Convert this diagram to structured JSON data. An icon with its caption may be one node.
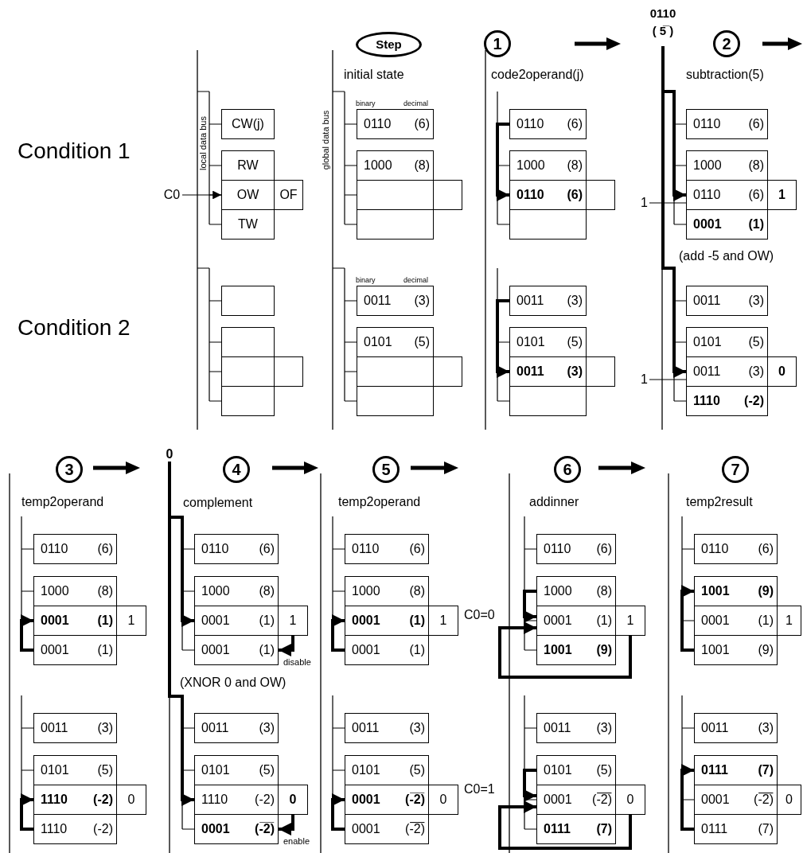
{
  "diagram": {
    "nodes": [
      {
        "text": [
          "CW(j)"
        ]
      },
      {
        "text": [
          "RW"
        ]
      },
      {
        "text": [
          "OW"
        ]
      },
      {
        "text": [
          "OF"
        ]
      },
      {
        "text": [
          "TW"
        ]
      },
      {
        "text": [],
        "shape": "box"
      },
      {
        "text": [],
        "shape": "box"
      },
      {
        "text": [],
        "shape": "box"
      },
      {
        "text": [],
        "shape": "box"
      },
      {
        "text": [],
        "shape": "box"
      },
      {
        "text": [
          "Step"
        ]
      },
      {
        "text": [
          "0110",
          "(6)"
        ]
      },
      {
        "text": [
          "1000",
          "(8)"
        ]
      },
      {
        "text": [],
        "shape": "box"
      },
      {
        "text": [],
        "shape": "box"
      },
      {
        "text": [],
        "shape": "box"
      },
      {
        "text": [
          "0011",
          "(3)"
        ]
      },
      {
        "text": [
          "0101",
          "(5)"
        ]
      },
      {
        "text": [],
        "shape": "box"
      },
      {
        "text": [],
        "shape": "box"
      },
      {
        "text": [],
        "shape": "box"
      },
      {
        "text": [
          "1"
        ]
      },
      {
        "text": [
          "0110",
          "(6)"
        ]
      },
      {
        "text": [
          "1000",
          "(8)"
        ]
      },
      {
        "text": [
          "**0110**",
          "**(6)**"
        ]
      },
      {
        "text": [],
        "shape": "box"
      },
      {
        "text": [],
        "shape": "box"
      },
      {
        "text": [
          "0011",
          "(3)"
        ]
      },
      {
        "text": [
          "0101",
          "(5)"
        ]
      },
      {
        "text": [
          "**0011**",
          "**(3)**"
        ]
      },
      {
        "text": [],
        "shape": "box"
      },
      {
        "text": [],
        "shape": "box"
      },
      {
        "text": [
          "**0110**",
          "**( 5̅ )**"
        ]
      },
      {
        "text": [
          "2"
        ]
      },
      {
        "text": [
          "0110",
          "(6)"
        ]
      },
      {
        "text": [
          "1000",
          "(8)"
        ]
      },
      {
        "text": [
          "0110",
          "(6)"
        ]
      },
      {
        "text": [
          "**1**"
        ]
      },
      {
        "text": [
          "**0001**",
          "**(1)**"
        ]
      },
      {
        "text": [
          "1"
        ]
      },
      {
        "text": [
          "0011",
          "(3)"
        ]
      },
      {
        "text": [
          "0101",
          "(5)"
        ]
      },
      {
        "text": [
          "0011",
          "(3)"
        ]
      },
      {
        "text": [
          "**0**"
        ]
      },
      {
        "text": [
          "**1110**",
          "**(-2)**"
        ]
      },
      {
        "text": [
          "1"
        ]
      },
      {
        "text": [
          "3"
        ]
      },
      {
        "text": [
          "0110",
          "(6)"
        ]
      },
      {
        "text": [
          "1000",
          "(8)"
        ]
      },
      {
        "text": [
          "**0001**",
          "**(1)**"
        ]
      },
      {
        "text": [
          "1"
        ]
      },
      {
        "text": [
          "0001",
          "(1)"
        ]
      },
      {
        "text": [
          "0011",
          "(3)"
        ]
      },
      {
        "text": [
          "0101",
          "(5)"
        ]
      },
      {
        "text": [
          "**1110**",
          "**(-2)**"
        ]
      },
      {
        "text": [
          "0"
        ]
      },
      {
        "text": [
          "1110",
          "(-2)"
        ]
      },
      {
        "text": [
          "**0**"
        ]
      },
      {
        "text": [
          "4"
        ]
      },
      {
        "text": [
          "0110",
          "(6)"
        ]
      },
      {
        "text": [
          "1000",
          "(8)"
        ]
      },
      {
        "text": [
          "0001",
          "(1)"
        ]
      },
      {
        "text": [
          "1"
        ]
      },
      {
        "text": [
          "0001",
          "(1)"
        ]
      },
      {
        "text": [
          "0011",
          "(3)"
        ]
      },
      {
        "text": [
          "0101",
          "(5)"
        ]
      },
      {
        "text": [
          "1110",
          "(-2)"
        ]
      },
      {
        "text": [
          "**0**"
        ]
      },
      {
        "text": [
          "**0001**",
          "**(-̅2̅)**"
        ]
      },
      {
        "text": [
          "5"
        ]
      },
      {
        "text": [
          "0110",
          "(6)"
        ]
      },
      {
        "text": [
          "1000",
          "(8)"
        ]
      },
      {
        "text": [
          "**0001**",
          "**(1)**"
        ]
      },
      {
        "text": [
          "1"
        ]
      },
      {
        "text": [
          "0001",
          "(1)"
        ]
      },
      {
        "text": [
          "0011",
          "(3)"
        ]
      },
      {
        "text": [
          "0101",
          "(5)"
        ]
      },
      {
        "text": [
          "**0001**",
          "**(-̅2̅)**"
        ]
      },
      {
        "text": [
          "0"
        ]
      },
      {
        "text": [
          "0001",
          "(-̅2̅)"
        ]
      },
      {
        "text": [
          "6"
        ]
      },
      {
        "text": [
          "0110",
          "(6)"
        ]
      },
      {
        "text": [
          "1000",
          "(8)"
        ]
      },
      {
        "text": [
          "0001",
          "(1)"
        ]
      },
      {
        "text": [
          "1"
        ]
      },
      {
        "text": [
          "**1001**",
          "**(9)**"
        ]
      },
      {
        "text": [
          "0011",
          "(3)"
        ]
      },
      {
        "text": [
          "0101",
          "(5)"
        ]
      },
      {
        "text": [
          "0001",
          "(-̅2̅)"
        ]
      },
      {
        "text": [
          "0"
        ]
      },
      {
        "text": [
          "**0111**",
          "**(7)**"
        ]
      },
      {
        "text": [
          "7"
        ]
      },
      {
        "text": [
          "0110",
          "(6)"
        ]
      },
      {
        "text": [
          "**1001**",
          "**(9)**"
        ]
      },
      {
        "text": [
          "0001",
          "(1)"
        ]
      },
      {
        "text": [
          "1"
        ]
      },
      {
        "text": [
          "1001",
          "(9)"
        ]
      },
      {
        "text": [
          "0011",
          "(3)"
        ]
      },
      {
        "text": [
          "**0111**",
          "**(7)**"
        ]
      },
      {
        "text": [
          "0001",
          "(-̅2̅)"
        ]
      },
      {
        "text": [
          "0"
        ]
      },
      {
        "text": [
          "0111",
          "(7)"
        ]
      },
      {
        "text": [
          "C0"
        ]
      }
    ],
    "edges": [
      {
        "from": 22,
        "to": 24,
        "arrow": "to"
      },
      {
        "from": 27,
        "to": 29,
        "arrow": "to"
      },
      {
        "from": 32,
        "to": 36,
        "arrow": "to"
      },
      {
        "from": 32,
        "to": 42,
        "arrow": "to"
      },
      {
        "from": 39,
        "to": 36,
        "arrow": "none"
      },
      {
        "from": 45,
        "to": 42,
        "arrow": "none"
      },
      {
        "from": 51,
        "to": 49,
        "arrow": "to"
      },
      {
        "from": 56,
        "to": 54,
        "arrow": "to"
      },
      {
        "from": 57,
        "to": 61,
        "arrow": "to"
      },
      {
        "from": 57,
        "to": 66,
        "arrow": "to"
      },
      {
        "from": 62,
        "to": 63,
        "arrow": "to"
      },
      {
        "from": 67,
        "to": 68,
        "arrow": "to"
      },
      {
        "from": 74,
        "to": 72,
        "arrow": "to"
      },
      {
        "from": 79,
        "to": 77,
        "arrow": "to"
      },
      {
        "from": 82,
        "to": 83,
        "arrow": "to"
      },
      {
        "from": 84,
        "to": 83,
        "arrow": "to"
      },
      {
        "from": 87,
        "to": 88,
        "arrow": "to"
      },
      {
        "from": 89,
        "to": 88,
        "arrow": "to"
      },
      {
        "from": 96,
        "to": 93,
        "arrow": "to"
      },
      {
        "from": 101,
        "to": 98,
        "arrow": "to"
      },
      {
        "from": 102,
        "to": 2,
        "arrow": "to"
      }
    ],
    "labels": [
      "Condition 1",
      "Condition 2",
      "local data bus",
      "global data bus",
      "binary",
      "decimal",
      "initial state",
      "code2operand(j)",
      "subtraction(5)",
      "binary",
      "decimal",
      "(add -5 and OW)",
      "temp2operand",
      "complement",
      "disable",
      "(XNOR 0 and OW)",
      "enable",
      "temp2operand",
      "C0=0",
      "addinner",
      "C0=1",
      "temp2result"
    ]
  }
}
